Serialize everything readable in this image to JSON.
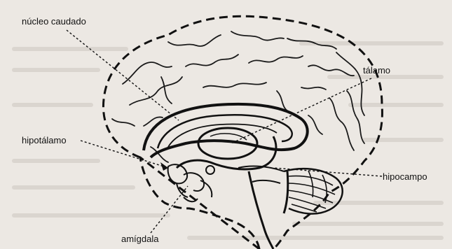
{
  "labels": {
    "nucleo_caudado": "núcleo caudado",
    "talamo": "tálamo",
    "hipotalamo": "hipotálamo",
    "hipocampo": "hipocampo",
    "amigdala": "amígdala"
  },
  "colors": {
    "paper": "#ece8e3",
    "ink": "#111111",
    "bleed_text": "#c9c3bc"
  }
}
